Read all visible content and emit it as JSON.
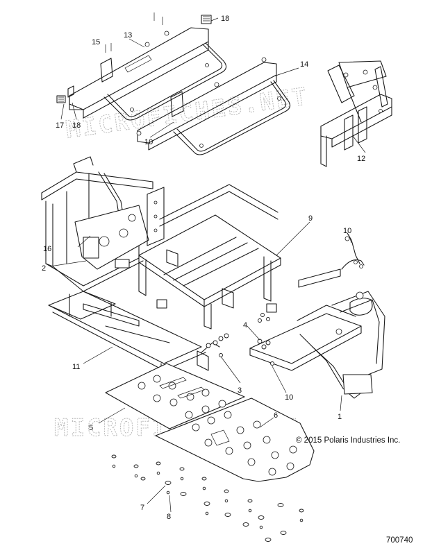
{
  "callouts": [
    {
      "id": "c1",
      "label": "1"
    },
    {
      "id": "c2",
      "label": "2"
    },
    {
      "id": "c3",
      "label": "3"
    },
    {
      "id": "c4",
      "label": "4"
    },
    {
      "id": "c5",
      "label": "5"
    },
    {
      "id": "c6",
      "label": "6"
    },
    {
      "id": "c7",
      "label": "7"
    },
    {
      "id": "c8",
      "label": "8"
    },
    {
      "id": "c9",
      "label": "9"
    },
    {
      "id": "c10a",
      "label": "10"
    },
    {
      "id": "c10b",
      "label": "10"
    },
    {
      "id": "c10c",
      "label": "10"
    },
    {
      "id": "c11",
      "label": "11"
    },
    {
      "id": "c12",
      "label": "12"
    },
    {
      "id": "c13",
      "label": "13"
    },
    {
      "id": "c14",
      "label": "14"
    },
    {
      "id": "c15",
      "label": "15"
    },
    {
      "id": "c16",
      "label": "16"
    },
    {
      "id": "c17",
      "label": "17"
    },
    {
      "id": "c18a",
      "label": "18"
    },
    {
      "id": "c18b",
      "label": "18"
    }
  ],
  "copyright": "© 2015 Polaris Industries Inc.",
  "diagram_number": "700740",
  "watermark": "MICROFICHES.NET"
}
